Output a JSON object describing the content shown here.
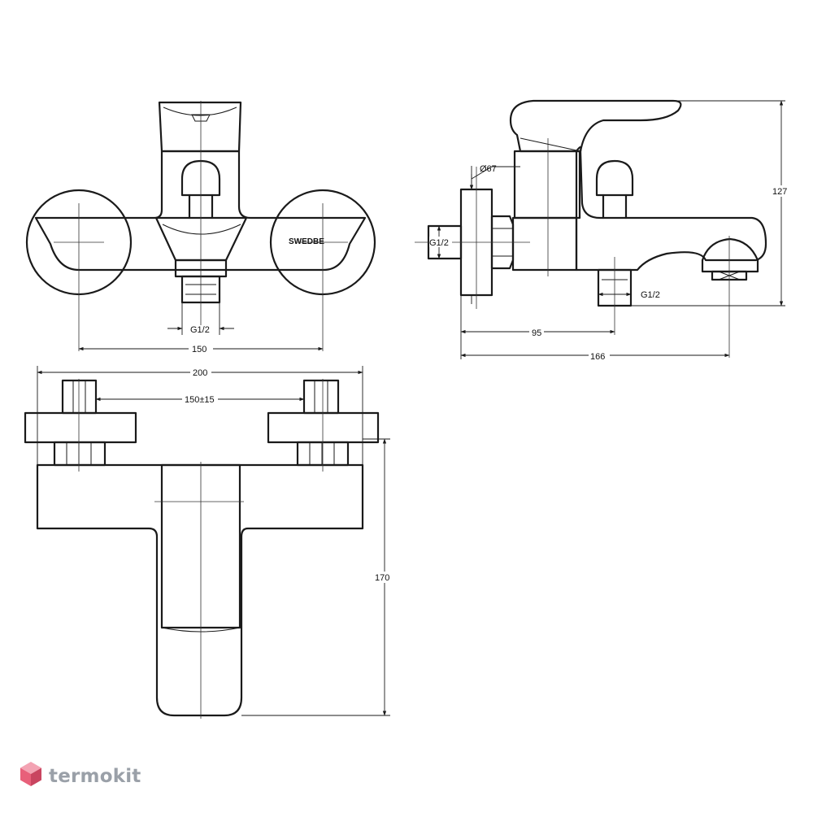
{
  "brand_mark": "SWEDBE",
  "watermark": {
    "text": "termokit",
    "icon": "cube-logo-icon",
    "icon_colors": [
      "#e8607a",
      "#f3a3b3",
      "#c94560"
    ],
    "text_color": "#9aa0a8"
  },
  "line_color": "#1a1a1a",
  "front_view": {
    "thread_label": "G1/2",
    "width_label": "150"
  },
  "side_view": {
    "diameter_label": "Ø67",
    "inlet_thread_label": "G1/2",
    "outlet_thread_label": "G1/2",
    "height_label": "127",
    "depth_label": "95",
    "length_label": "166"
  },
  "top_view": {
    "width_label": "200",
    "spacing_label": "150±15",
    "depth_label": "170"
  }
}
